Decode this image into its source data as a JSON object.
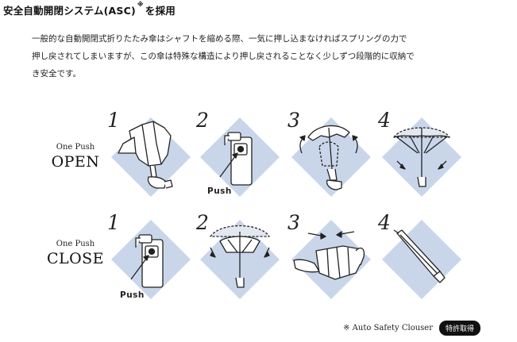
{
  "title": {
    "main": "安全自動開閉システム(ASC)",
    "mark": "※",
    "suffix": "を採用"
  },
  "description": {
    "line1": "一般的な自動開閉式折りたたみ傘はシャフトを縮める際、一気に押し込まなければスプリングの力で",
    "line2": "押し戻されてしまいますが、この傘は特殊な構造により押し戻されることなく少しずつ段階的に収納で",
    "line3": "き安全です。"
  },
  "open_row": {
    "small_label": "One Push",
    "big_label": "OPEN",
    "steps": [
      {
        "num": "1",
        "icon": "folded-umbrella-hand-icon"
      },
      {
        "num": "2",
        "icon": "push-button-icon",
        "push": "Push"
      },
      {
        "num": "3",
        "icon": "umbrella-opening-icon"
      },
      {
        "num": "4",
        "icon": "umbrella-open-icon"
      }
    ]
  },
  "close_row": {
    "small_label": "One Push",
    "big_label": "CLOSE",
    "steps": [
      {
        "num": "1",
        "icon": "push-button-icon",
        "push": "Push"
      },
      {
        "num": "2",
        "icon": "umbrella-closing-icon"
      },
      {
        "num": "3",
        "icon": "umbrella-fold-hands-icon"
      },
      {
        "num": "4",
        "icon": "closed-umbrella-icon"
      }
    ]
  },
  "footer": {
    "note": "※ Auto Safety Clouser",
    "badge": "特許取得"
  },
  "colors": {
    "diamond": "#c9d6ea",
    "ink": "#222222"
  }
}
